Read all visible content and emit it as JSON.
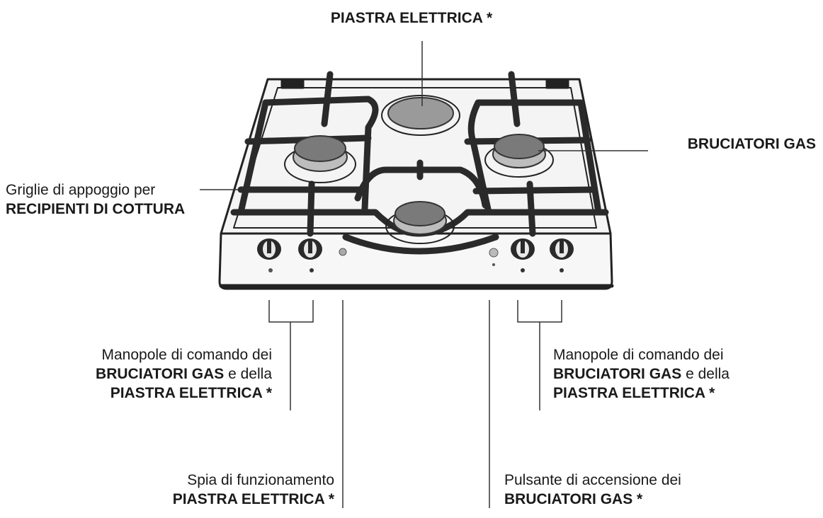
{
  "labels": {
    "top_plate": "PIASTRA ELETTRICA *",
    "gas_burners": "BRUCIATORI GAS",
    "grids_line1": "Griglie di appoggio per",
    "grids_line2": "RECIPIENTI DI COTTURA",
    "knobs_left": {
      "line1": "Manopole di comando dei",
      "line2_bold": "BRUCIATORI GAS",
      "line2_rest": " e della",
      "line3": "PIASTRA ELETTRICA *"
    },
    "knobs_right": {
      "line1": "Manopole di comando dei",
      "line2_bold": "BRUCIATORI GAS",
      "line2_rest": " e della",
      "line3": "PIASTRA ELETTRICA *"
    },
    "spia_line1": "Spia di funzionamento",
    "spia_line2": "PIASTRA ELETTRICA *",
    "pulsante_line1": "Pulsante di accensione dei",
    "pulsante_line2": "BRUCIATORI GAS *"
  }
}
